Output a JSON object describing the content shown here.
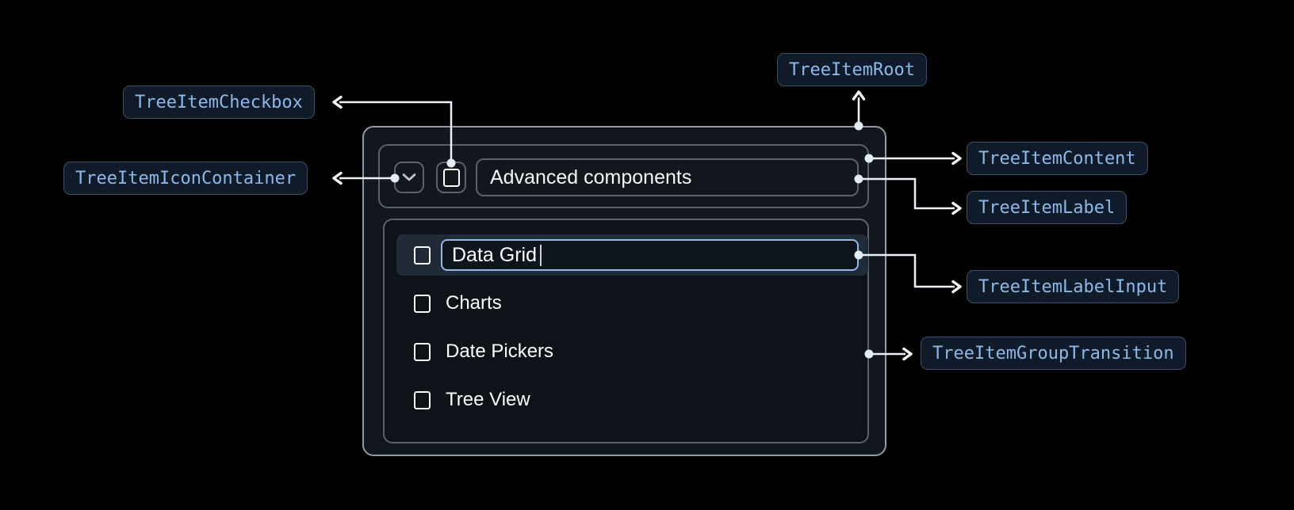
{
  "annotations": {
    "root": "TreeItemRoot",
    "content": "TreeItemContent",
    "label": "TreeItemLabel",
    "label_input": "TreeItemLabelInput",
    "group_transition": "TreeItemGroupTransition",
    "checkbox": "TreeItemCheckbox",
    "icon_container": "TreeItemIconContainer"
  },
  "tree": {
    "parent": {
      "label": "Advanced components",
      "checked": false,
      "expanded": true
    },
    "editing_item": {
      "label": "Data Grid",
      "checked": false,
      "editing": true,
      "caret_visible": true
    },
    "items": [
      {
        "label": "Charts",
        "checked": false
      },
      {
        "label": "Date Pickers",
        "checked": false
      },
      {
        "label": "Tree View",
        "checked": false
      }
    ]
  },
  "icons": {
    "expand_icon": "chevron-down-icon",
    "checkbox_icon": "checkbox-outline-blank"
  },
  "colors": {
    "background": "#000000",
    "annotation_text": "#8cb9e9",
    "annotation_chip_bg": "#0f1b29",
    "annotation_chip_border": "#3e5064",
    "connector": "#edf2f8",
    "box_border": "#596269",
    "root_border": "#909aa4",
    "row_highlight_bg": "#202b37",
    "input_focus_border": "#8fb9ea",
    "text": "#ffffff"
  }
}
